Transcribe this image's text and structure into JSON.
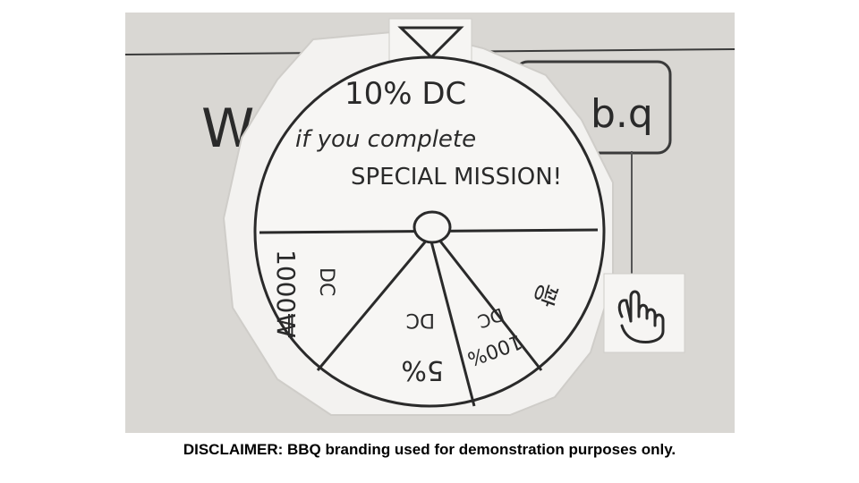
{
  "wheel": {
    "top_prize_line": "10% DC",
    "top_prize_sub_line": "if you complete",
    "top_prize_mission": "SPECIAL MISSION!",
    "segment_left": "1000₩",
    "segment_left_sub": "DC",
    "segment_mid_value": "5%",
    "segment_mid_sub": "DC",
    "segment_right_value": "100%",
    "segment_right_sub": "DC",
    "segment_far_right": "꽝"
  },
  "background_sketch": {
    "left_letter": "W",
    "right_box_text": "b.q"
  },
  "pointer_icon": "triangle-pointer-icon",
  "hand_icon": "pointing-hand-icon",
  "caption": "DISCLAIMER: BBQ branding used for demonstration purposes only."
}
